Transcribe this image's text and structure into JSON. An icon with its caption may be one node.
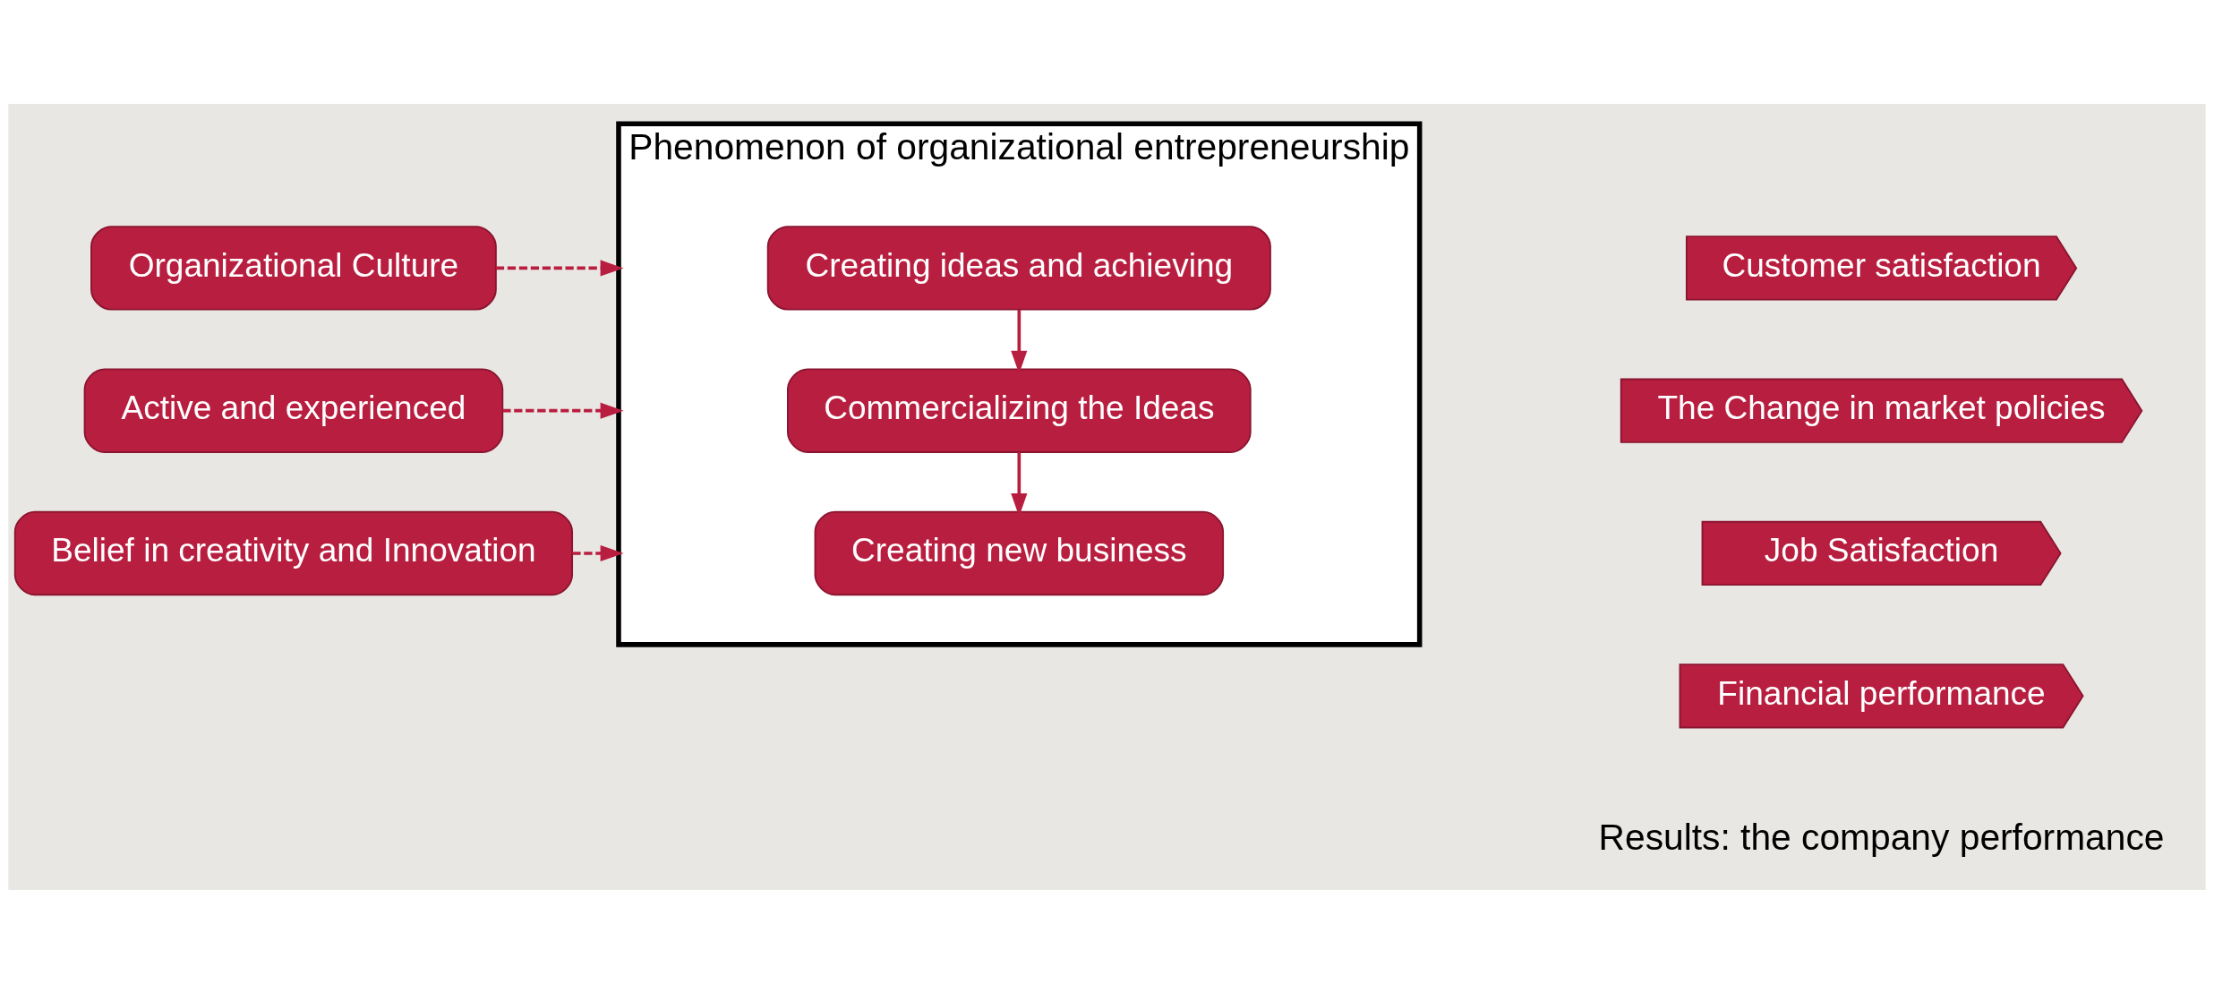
{
  "diagram": {
    "nodes": [
      {
        "text": [
          "Organizational Culture"
        ]
      },
      {
        "text": [
          "Active and experienced"
        ]
      },
      {
        "text": [
          "Belief in creativity and Innovation"
        ]
      },
      {
        "text": [
          "Phenomenon of organizational entrepreneurship"
        ]
      },
      {
        "text": [
          "Creating ideas and achieving"
        ],
        "in": 3
      },
      {
        "text": [
          "Commercializing the Ideas"
        ],
        "in": 3
      },
      {
        "text": [
          "Creating new business"
        ],
        "in": 3
      },
      {
        "text": [
          "Customer satisfaction"
        ]
      },
      {
        "text": [
          "The Change in market policies"
        ]
      },
      {
        "text": [
          "Job Satisfaction"
        ]
      },
      {
        "text": [
          "Financial performance"
        ]
      }
    ],
    "edges": [
      {
        "from": 0,
        "to": 3,
        "arrow": "to",
        "style": "dashed"
      },
      {
        "from": 1,
        "to": 3,
        "arrow": "to",
        "style": "dashed"
      },
      {
        "from": 2,
        "to": 3,
        "arrow": "to",
        "style": "dashed"
      },
      {
        "from": 4,
        "to": 5,
        "arrow": "to"
      },
      {
        "from": 5,
        "to": 6,
        "arrow": "to"
      }
    ],
    "labels": [
      "Results: the company performance"
    ]
  }
}
